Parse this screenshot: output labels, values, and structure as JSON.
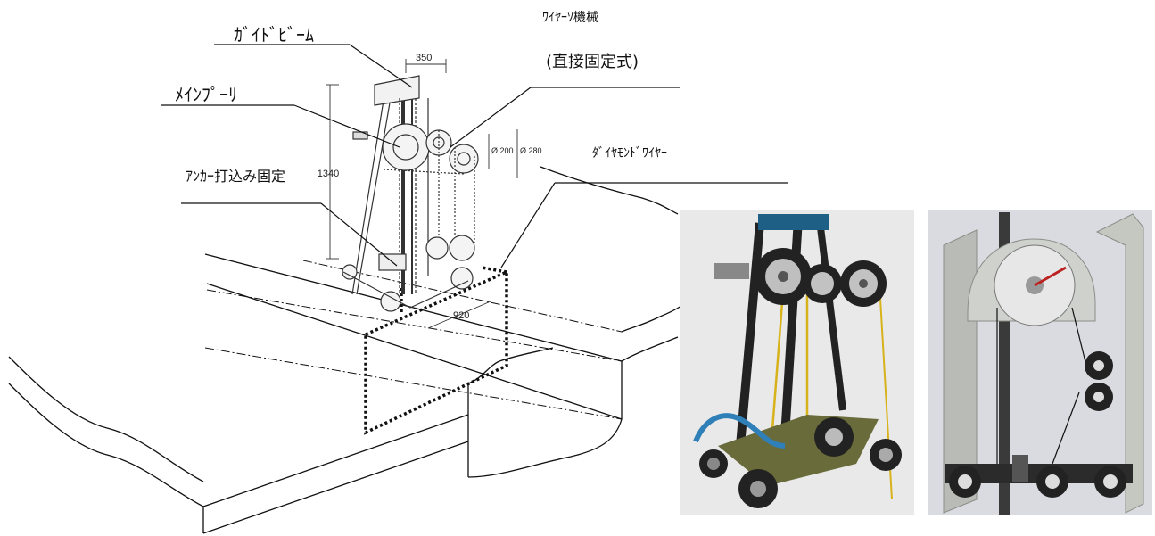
{
  "labels": {
    "guide_beam": "ｶﾞｲﾄﾞﾋﾞｰﾑ",
    "main_pulley": "ﾒｲﾝﾌﾟｰﾘ",
    "anchor": "ｱﾝｶｰ打込み固定",
    "machine_title": "ﾜｲﾔｰｿ機械",
    "machine_subtitle": "(直接固定式)",
    "diamond_wire": "ﾀﾞｲﾔﾓﾝﾄﾞﾜｲﾔｰ"
  },
  "dimensions": {
    "width_top": "350",
    "height": "1340",
    "pulley_d1": "Ø 200",
    "pulley_d2": "Ø 280",
    "base_width": "920"
  },
  "colors": {
    "line": "#111111",
    "photo_bg": "#e6e6e6",
    "frame": "#2a2a2a",
    "wire": "#d8b21a",
    "hose": "#2f7fb8",
    "pulley": "#c9c9c9"
  }
}
